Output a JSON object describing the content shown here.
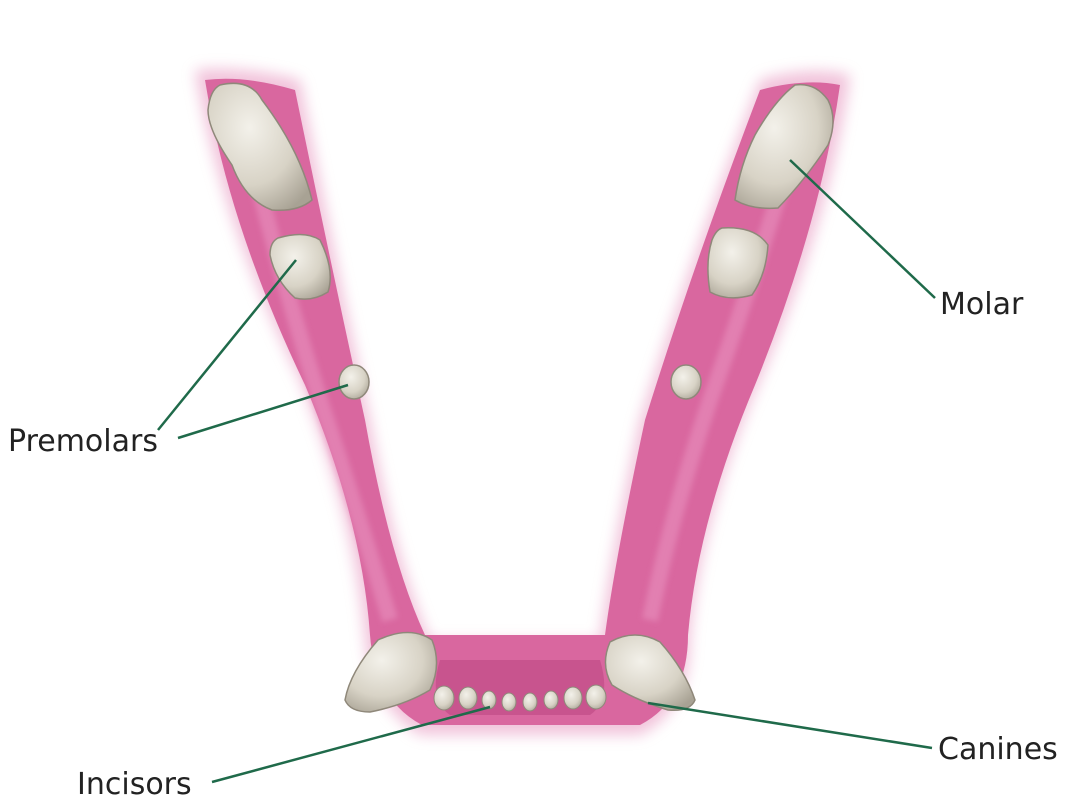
{
  "labels": {
    "molar": "Molar",
    "premolars": "Premolars",
    "canines": "Canines",
    "incisors": "Incisors"
  },
  "colors": {
    "gum": "#d9679f",
    "gum_shadow": "#b9457f",
    "tooth": "#dcd8cc",
    "leader_line": "#1f6a4a",
    "text": "#222222"
  }
}
